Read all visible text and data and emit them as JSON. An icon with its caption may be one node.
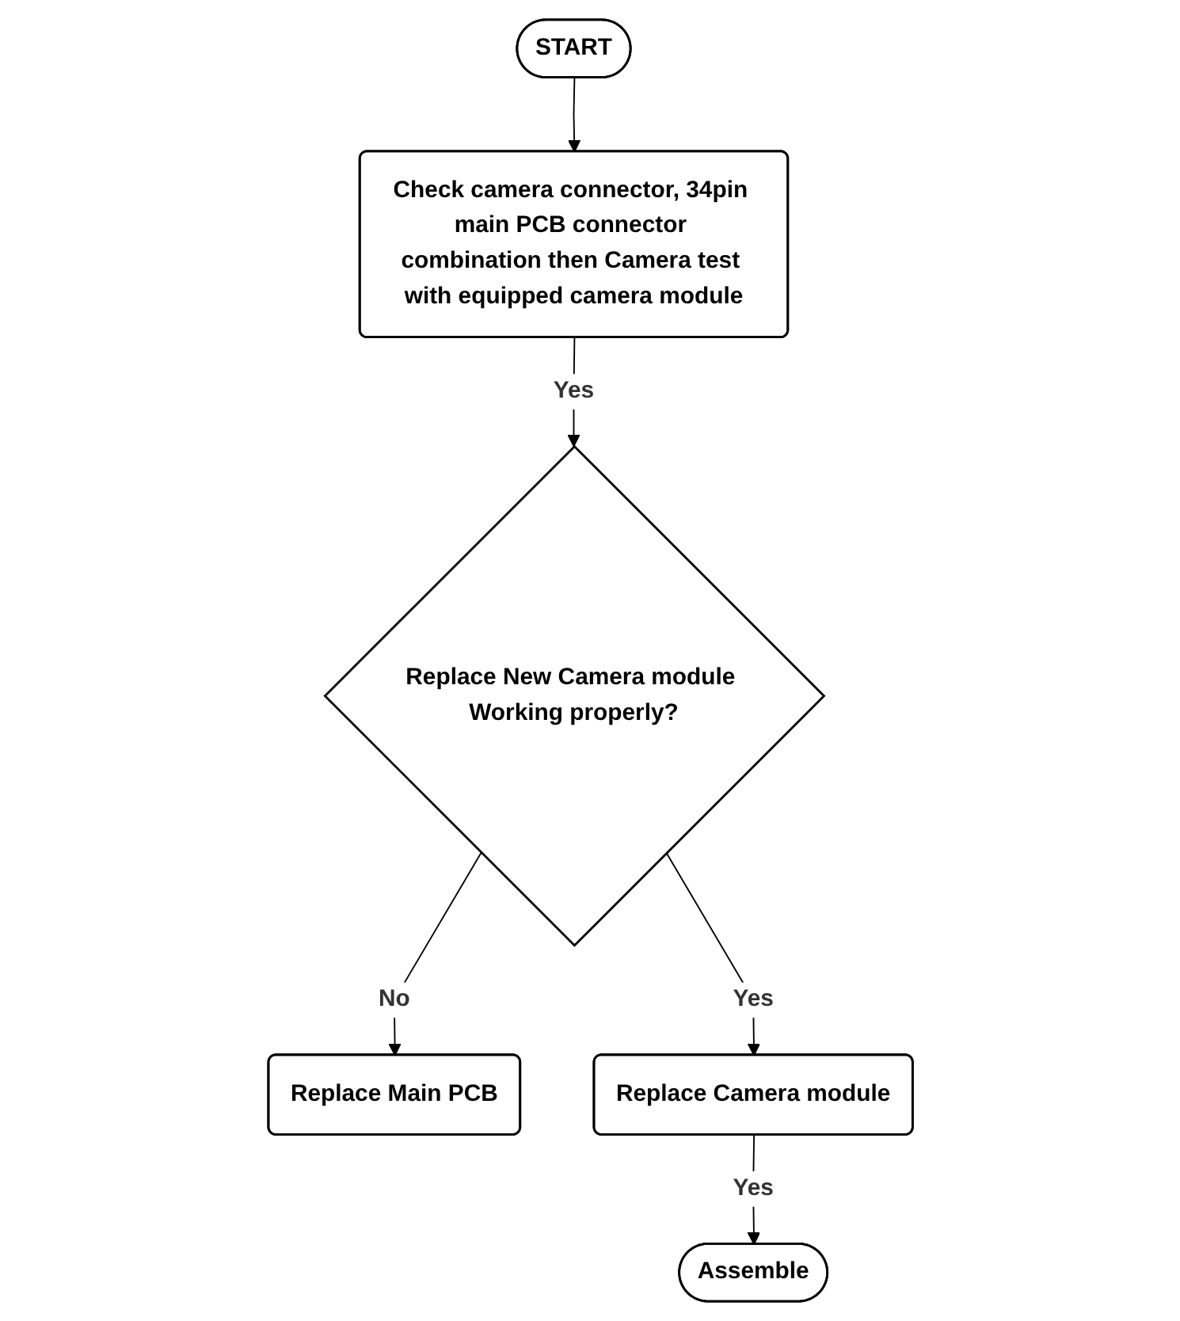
{
  "diagram": {
    "nodes": [
      {
        "text": [
          "START"
        ]
      },
      {
        "text": [
          "Check camera connector, 34pin main PCB connector combination then Camera test with equipped camera module"
        ]
      },
      {
        "text": [
          "Replace New Camera module Working properly?"
        ]
      },
      {
        "text": [
          "Replace Main PCB"
        ]
      },
      {
        "text": [
          "Replace Camera module"
        ]
      },
      {
        "text": [
          "Assemble"
        ]
      }
    ],
    "edges": [
      {
        "from": 0,
        "to": 1,
        "arrow": "to"
      },
      {
        "from": 1,
        "to": 2,
        "arrow": "to",
        "label": "Yes"
      },
      {
        "from": 2,
        "to": 3,
        "arrow": "to",
        "label": "No"
      },
      {
        "from": 2,
        "to": 4,
        "arrow": "to",
        "label": "Yes"
      },
      {
        "from": 4,
        "to": 5,
        "arrow": "to",
        "label": "Yes"
      }
    ]
  }
}
